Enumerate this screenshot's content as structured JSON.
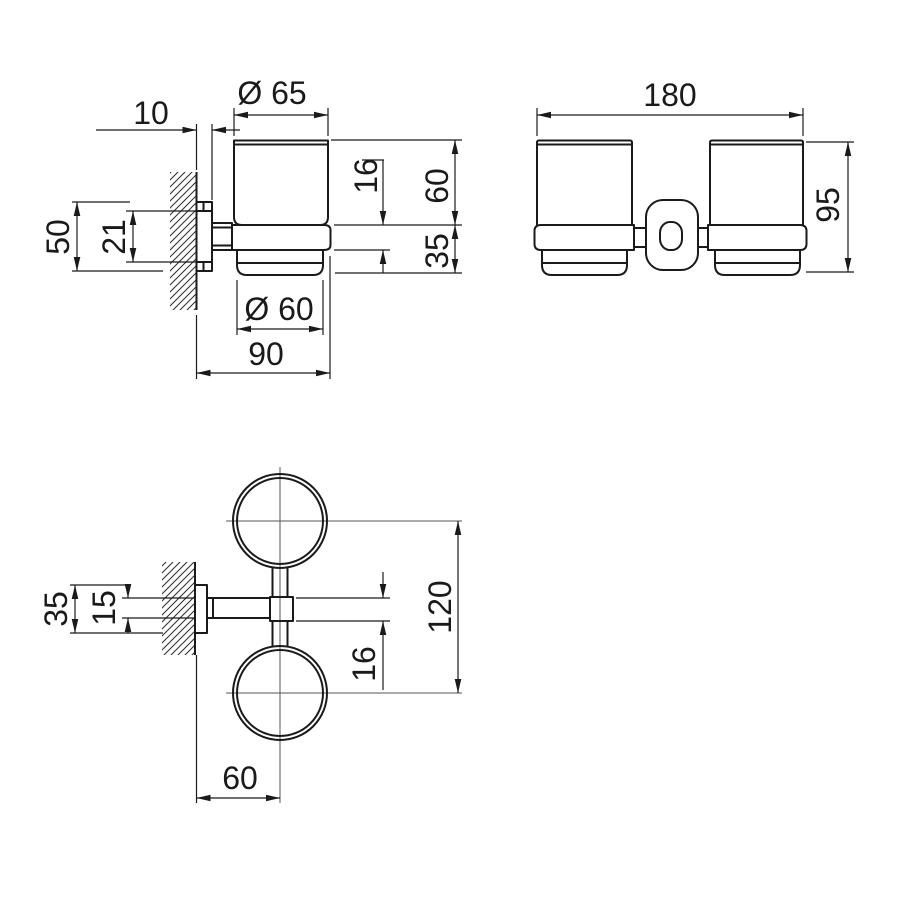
{
  "drawing": {
    "background": "#ffffff",
    "line_color": "#1a1a1a",
    "side_view": {
      "wall_offset": "10",
      "cup_diameter": "Ø 65",
      "rosette_diameter": "50",
      "rosette_collar": "21",
      "ring_height": "16",
      "upper_height": "60",
      "lower_height": "35",
      "cup_bottom_diameter": "Ø 60",
      "total_depth": "90"
    },
    "front_view": {
      "total_width": "180",
      "total_height": "95"
    },
    "top_view": {
      "rosette_width": "35",
      "bar_width": "15",
      "bar_depth": "16",
      "cup_center_span": "120",
      "wall_to_center": "60"
    }
  }
}
